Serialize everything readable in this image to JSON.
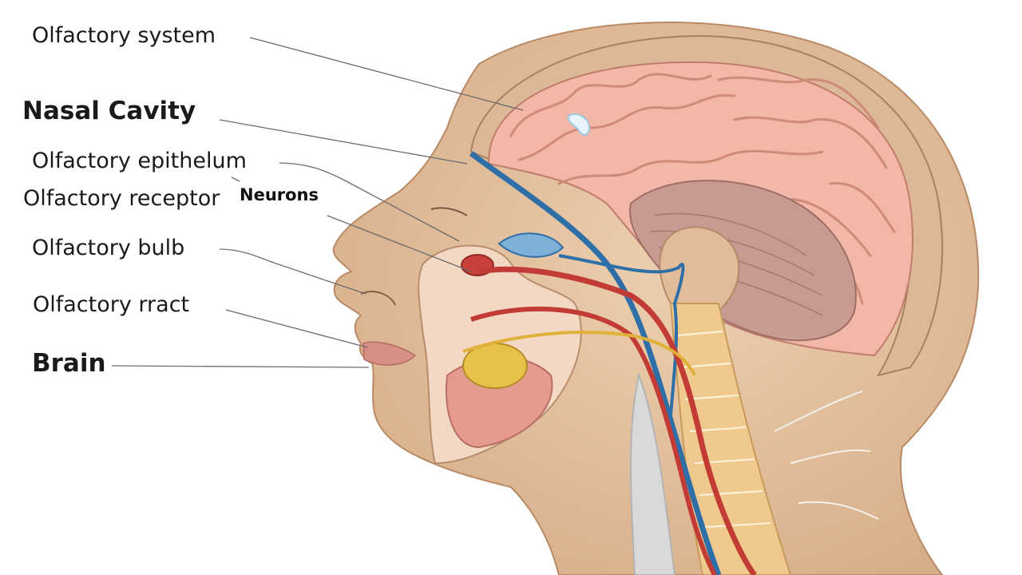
{
  "labels": {
    "olfactory_system": "Olfactory system",
    "nasal_cavity": "Nasal Cavity",
    "olfactory_epithelum": "Olfactory epithelum",
    "olfactory_receptor": "Olfactory receptor",
    "neurons": "Neurons",
    "olfactory_bulb": "Olfactory bulb",
    "olfactory_rract": "Olfactory rract",
    "brain": "Brain"
  },
  "colors": {
    "skin": "#e6c6a3",
    "skin_dark": "#cfa47f",
    "brain": "#f0b3a3",
    "brain_fold": "#d98f7e",
    "nerve_blue": "#2f6fa8",
    "artery_red": "#c23b35",
    "nerve_yellow": "#e0b13a",
    "leader": "#6b6b6b"
  }
}
